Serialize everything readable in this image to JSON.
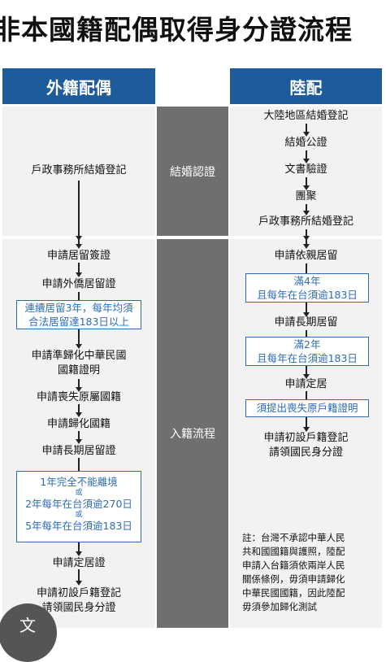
{
  "title": "非本國籍配偶取得身分證流程",
  "headers": {
    "left": "外籍配偶",
    "right": "陸配"
  },
  "middle": {
    "marriage": "結婚認證",
    "naturalization": "入籍流程"
  },
  "left": {
    "marriage": "戶政事務所結婚登記",
    "s1": "申請居留簽證",
    "s2": "申請外僑居留證",
    "box1_l1": "連續居留3年，每年均須",
    "box1_l2": "合法居留達183日以上",
    "s3_l1": "申請準歸化中華民國",
    "s3_l2": "國籍證明",
    "s4": "申請喪失原屬國籍",
    "s5": "申請歸化國籍",
    "s6": "申請長期居留證",
    "box2_l1": "1年完全不能離境",
    "box2_or1": "或",
    "box2_l2": "2年每年在台須逾270日",
    "box2_or2": "或",
    "box2_l3": "5年每年在台須逾183日",
    "s7": "申請定居證",
    "s8_l1": "申請初設戶籍登記",
    "s8_l2": "請領國民身分證"
  },
  "right": {
    "m1": "大陸地區結婚登記",
    "m2": "結婚公證",
    "m3": "文書驗證",
    "m4": "團聚",
    "m5": "戶政事務所結婚登記",
    "s1": "申請依親居留",
    "box1_l1": "滿4年",
    "box1_l2": "且每年在台須逾183日",
    "s2": "申請長期居留",
    "box2_l1": "滿2年",
    "box2_l2": "且每年在台須逾183日",
    "s3": "申請定居",
    "box3": "須提出喪失原戶籍證明",
    "s4_l1": "申請初設戶籍登記",
    "s4_l2": "請領國民身分證",
    "note": [
      "註：台灣不承認中華人民",
      "共和國國籍與護照，陸配",
      "申請入台籍須依兩岸人民",
      "關係條例，毋須申請歸化",
      "中華民國國籍，因此陸配",
      "毋須參加歸化測試"
    ]
  },
  "badge": "文"
}
